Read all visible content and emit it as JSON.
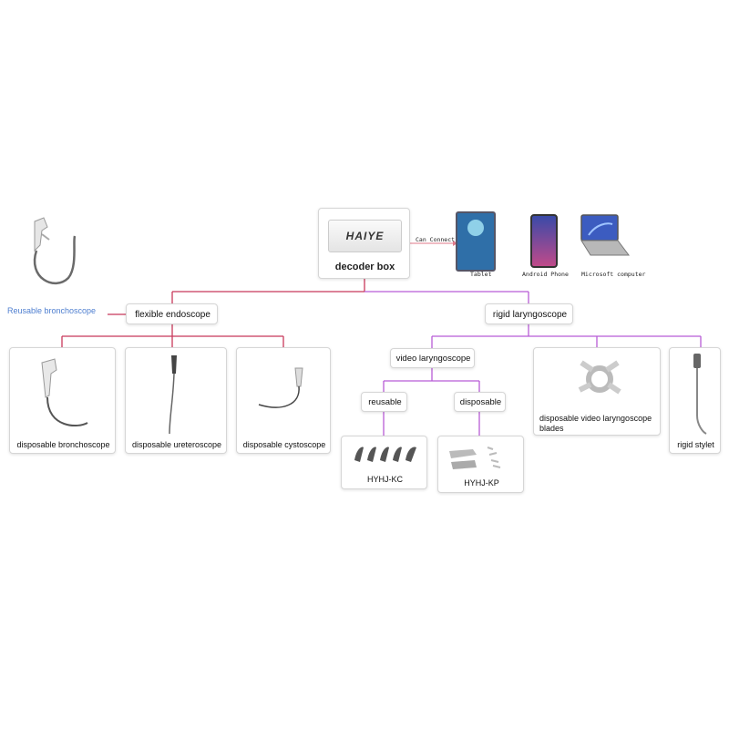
{
  "top_left_label": "Reusable bronchoscope",
  "decoder": {
    "label": "decoder box",
    "brand": "HAIYE",
    "connect_label": "Can Connect"
  },
  "devices": [
    {
      "label": "Tablet",
      "icon": "tablet-icon"
    },
    {
      "label": "Android Phone",
      "icon": "phone-icon"
    },
    {
      "label": "Microsoft computer",
      "icon": "laptop-icon"
    }
  ],
  "categories": {
    "flexible": "flexible endoscope",
    "rigid": "rigid laryngoscope"
  },
  "flexible_children": [
    {
      "label": "disposable bronchoscope",
      "icon": "bronchoscope-icon"
    },
    {
      "label": "disposable ureteroscope",
      "icon": "ureteroscope-icon"
    },
    {
      "label": "disposable cystoscope",
      "icon": "cystoscope-icon"
    }
  ],
  "rigid_children": {
    "video": "video laryngoscope",
    "reusable": "reusable",
    "disposable": "disposable",
    "kc": "HYHJ-KC",
    "kp": "HYHJ-KP",
    "blades_line1": "disposable video laryngoscope",
    "blades_line2": "blades",
    "stylet": "rigid stylet"
  },
  "colors": {
    "flexible_line": "#c8385a",
    "rigid_line": "#b85cd6",
    "accent_blue": "#4f7fd0"
  }
}
